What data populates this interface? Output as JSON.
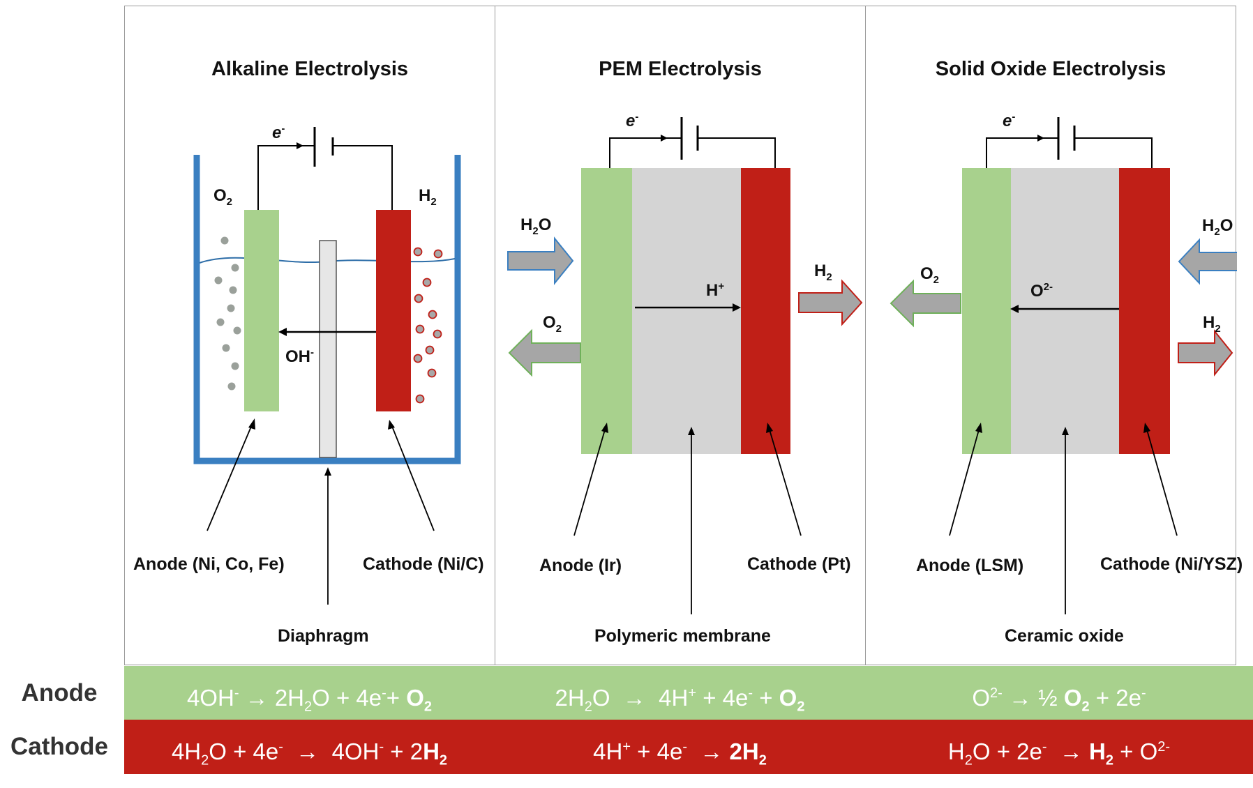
{
  "panels": {
    "alkaline": {
      "title": "Alkaline Electrolysis",
      "electron": "e",
      "electron_sup": "-",
      "o2": "O",
      "o2_sub": "2",
      "h2": "H",
      "h2_sub": "2",
      "ion": "OH",
      "ion_sup": "-",
      "anode_label": "Anode (Ni, Co, Fe)",
      "cathode_label": "Cathode (Ni/C)",
      "separator_label": "Diaphragm"
    },
    "pem": {
      "title": "PEM Electrolysis",
      "electron": "e",
      "electron_sup": "-",
      "h2o_in": "H",
      "h2o_in_sub": "2",
      "h2o_in_tail": "O",
      "o2_out": "O",
      "o2_out_sub": "2",
      "h2_out": "H",
      "h2_out_sub": "2",
      "ion": "H",
      "ion_sup": "+",
      "anode_label": "Anode (Ir)",
      "cathode_label": "Cathode (Pt)",
      "separator_label": "Polymeric membrane"
    },
    "soe": {
      "title": "Solid Oxide Electrolysis",
      "electron": "e",
      "electron_sup": "-",
      "h2o_in": "H",
      "h2o_in_sub": "2",
      "h2o_in_tail": "O",
      "o2_out": "O",
      "o2_out_sub": "2",
      "h2_out": "H",
      "h2_out_sub": "2",
      "ion": "O",
      "ion_sup": "2-",
      "anode_label": "Anode (LSM)",
      "cathode_label": "Cathode (Ni/YSZ)",
      "separator_label": "Ceramic oxide"
    }
  },
  "rows": {
    "anode_label": "Anode",
    "cathode_label": "Cathode"
  },
  "colors": {
    "anode_green": "#a8d18d",
    "cathode_red": "#c01f17",
    "electrolyte_gray": "#d4d4d4",
    "tank_blue": "#3a7fc1",
    "arrow_gray": "#a6a6a6"
  }
}
